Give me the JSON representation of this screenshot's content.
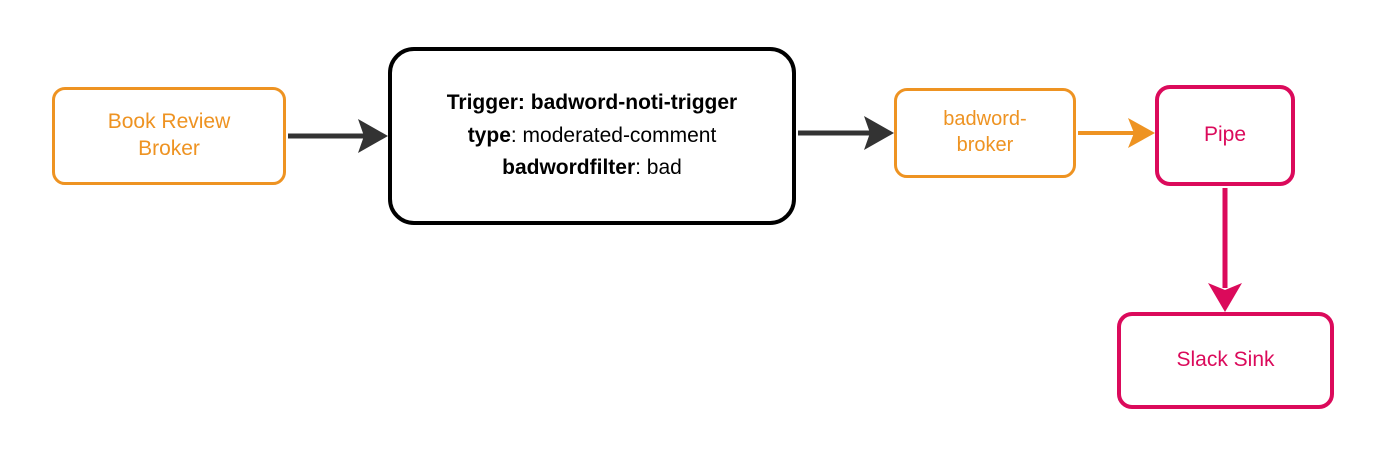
{
  "diagram": {
    "type": "flowchart",
    "orientation": "left-to-right",
    "colors": {
      "orange": "#EE9322",
      "black": "#000000",
      "dark_edge": "#333333",
      "magenta": "#DB0A5B",
      "background": "#FFFFFF"
    },
    "nodes": [
      {
        "id": "book-review-broker",
        "label": "Book Review\nBroker",
        "shape": "rounded-rectangle",
        "color": "#EE9322"
      },
      {
        "id": "badword-noti-trigger",
        "shape": "rounded-rectangle",
        "color": "#000000",
        "lines": [
          {
            "key": "Trigger:",
            "value": " badword-noti-trigger",
            "value_bold": true
          },
          {
            "key": "type",
            "value": ": moderated-comment",
            "value_bold": false
          },
          {
            "key": "badwordfilter",
            "value": ": bad",
            "value_bold": false
          }
        ]
      },
      {
        "id": "badword-broker",
        "label": "badword-\nbroker",
        "shape": "rounded-rectangle",
        "color": "#EE9322"
      },
      {
        "id": "pipe",
        "label": "Pipe",
        "shape": "rounded-rectangle",
        "color": "#DB0A5B"
      },
      {
        "id": "slack-sink",
        "label": "Slack Sink",
        "shape": "rounded-rectangle",
        "color": "#DB0A5B"
      }
    ],
    "edges": [
      {
        "id": "edge-broker-to-trigger",
        "from": "book-review-broker",
        "to": "badword-noti-trigger",
        "color": "#333333",
        "direction": "right"
      },
      {
        "id": "edge-trigger-to-badword-broker",
        "from": "badword-noti-trigger",
        "to": "badword-broker",
        "color": "#333333",
        "direction": "right"
      },
      {
        "id": "edge-badword-broker-to-pipe",
        "from": "badword-broker",
        "to": "pipe",
        "color": "#EE9322",
        "direction": "right"
      },
      {
        "id": "edge-pipe-to-slack-sink",
        "from": "pipe",
        "to": "slack-sink",
        "color": "#DB0A5B",
        "direction": "down"
      }
    ]
  },
  "nodes": {
    "book_review_broker": {
      "label": "Book Review\nBroker"
    },
    "badword_broker": {
      "label": "badword-\nbroker"
    },
    "pipe": {
      "label": "Pipe"
    },
    "slack_sink": {
      "label": "Slack Sink"
    },
    "trigger": {
      "line1_key": "Trigger: badword-noti-trigger",
      "line2_key": "type",
      "line2_value": ": moderated-comment",
      "line3_key": "badwordfilter",
      "line3_value": ": bad"
    }
  }
}
